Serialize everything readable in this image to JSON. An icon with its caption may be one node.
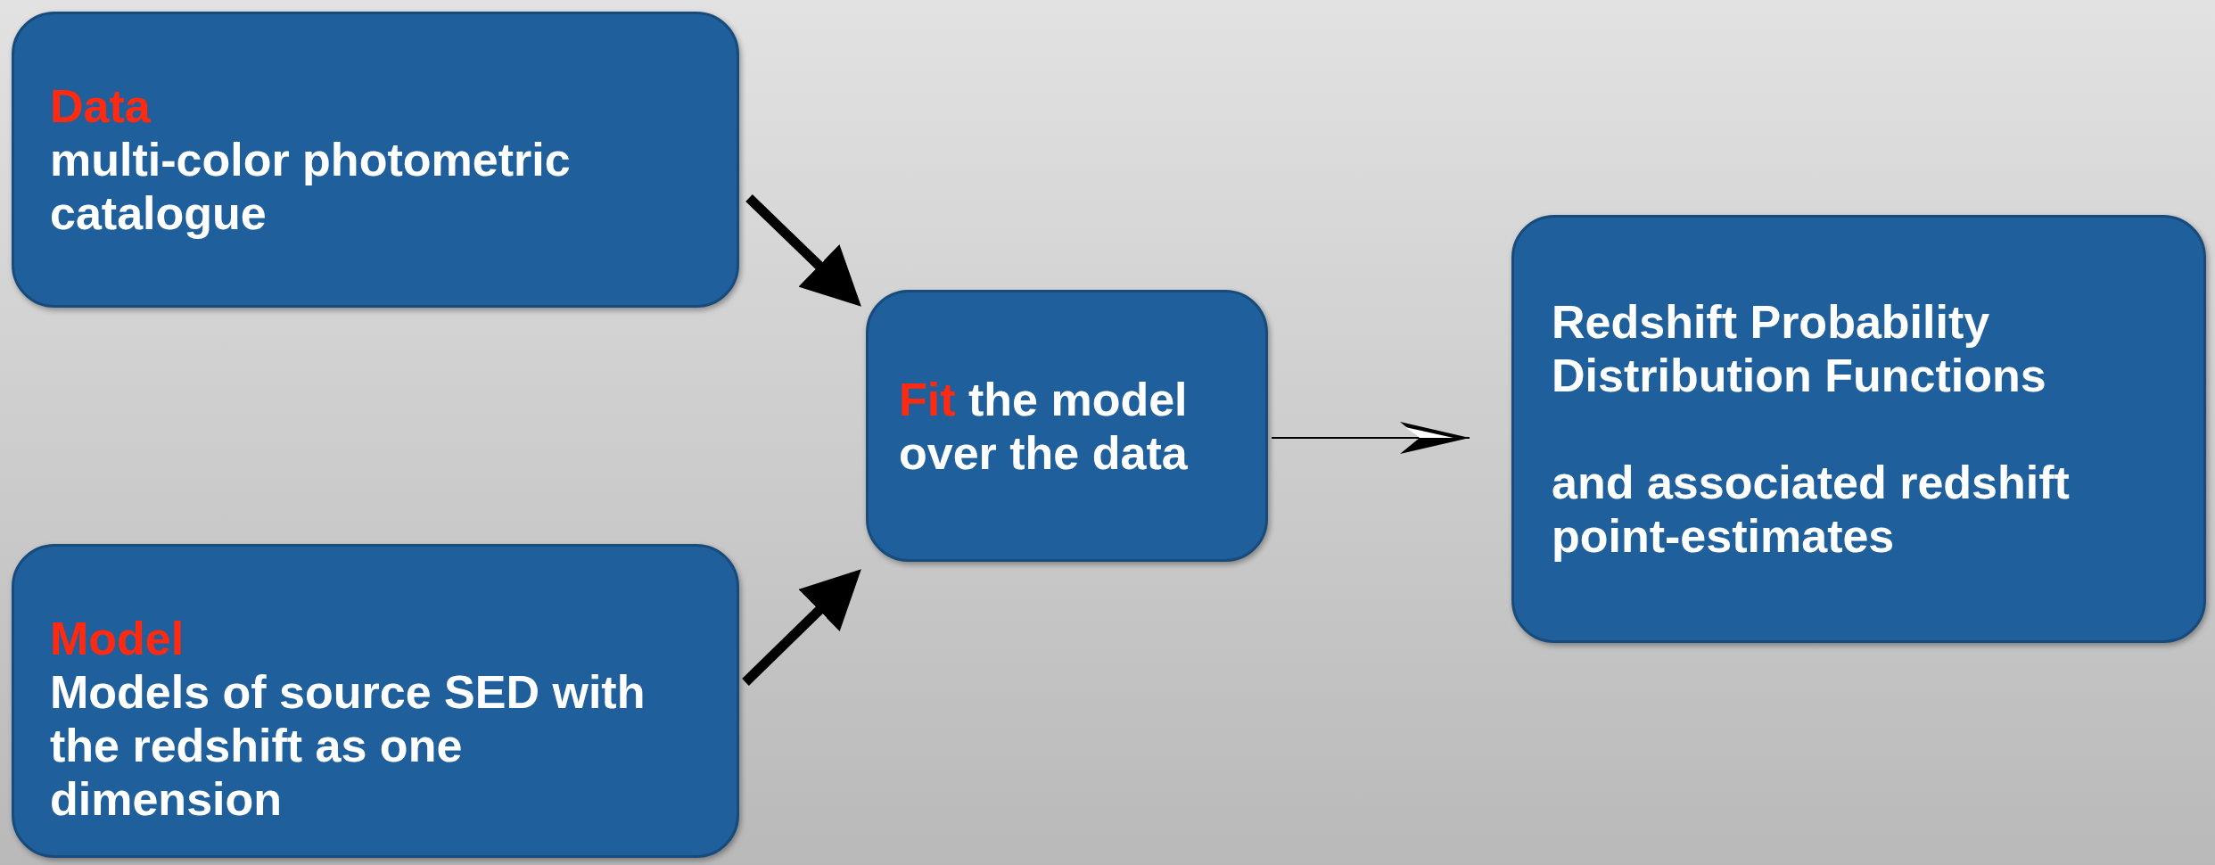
{
  "diagram": {
    "nodes": [
      {
        "text": [
          "Data",
          "multi-color photometric catalogue"
        ]
      },
      {
        "text": [
          "Model",
          "Models of source SED with the redshift as one dimension"
        ]
      },
      {
        "text": [
          "**Fit** the model over the data"
        ]
      },
      {
        "text": [
          "Redshift Probability Distribution Functions",
          "and associated redshift point-estimates"
        ]
      }
    ],
    "edges": [
      {
        "from": 0,
        "to": 2,
        "arrow": "to"
      },
      {
        "from": 1,
        "to": 2,
        "arrow": "to"
      },
      {
        "from": 2,
        "to": 3,
        "arrow": "to"
      }
    ]
  }
}
